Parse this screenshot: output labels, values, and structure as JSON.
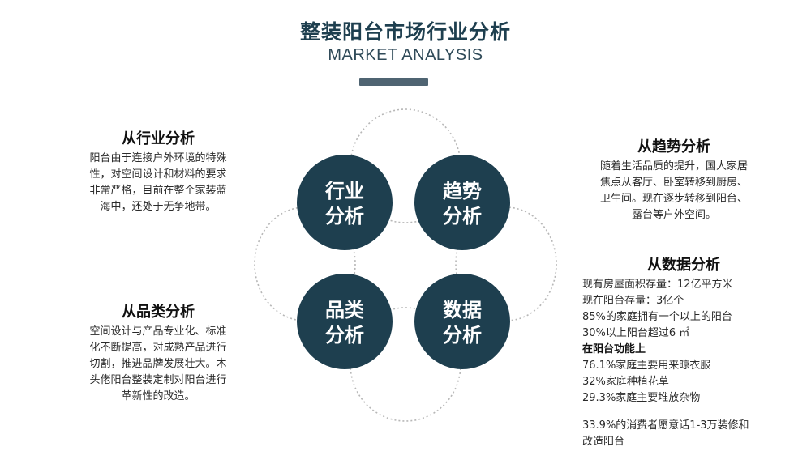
{
  "header": {
    "title_cn": "整装阳台市场行业分析",
    "title_en": "MARKET ANALYSIS"
  },
  "colors": {
    "circle_fill": "#1e3f4f",
    "dotted_ring": "#b7b7b7",
    "divider": "#b9bfc3",
    "divider_tab": "#4f6472"
  },
  "circles": [
    {
      "line1": "行业",
      "line2": "分析"
    },
    {
      "line1": "趋势",
      "line2": "分析"
    },
    {
      "line1": "品类",
      "line2": "分析"
    },
    {
      "line1": "数据",
      "line2": "分析"
    }
  ],
  "industry": {
    "heading": "从行业分析",
    "lines": [
      "阳台由于连接户外环境的特殊",
      "性，对空间设计和材料的要求",
      "非常严格，目前在整个家装蓝",
      "海中，还处于无争地带。"
    ]
  },
  "category": {
    "heading": "从品类分析",
    "lines": [
      "空间设计与产品专业化、标准",
      "化不断提高，对成熟产品进行",
      "切割，推进品牌发展壮大。木",
      "头佬阳台整装定制对阳台进行",
      "革新性的改造。"
    ]
  },
  "trend": {
    "heading": "从趋势分析",
    "lines": [
      "随着生活品质的提升，国人家居",
      "焦点从客厅、卧室转移到厨房、",
      "卫生间。现在逐步转移到阳台、",
      "露台等户外空间。"
    ]
  },
  "data_section": {
    "heading": "从数据分析",
    "lines_a": [
      "现有房屋面积存量：12亿平方米",
      "现在阳台存量：3亿个",
      "85%的家庭拥有一个以上的阳台",
      "30%以上阳台超过6 ㎡"
    ],
    "sub_heading": "在阳台功能上",
    "lines_b": [
      "76.1%家庭主要用来晾衣服",
      "32%家庭种植花草",
      "29.3%家庭主要堆放杂物"
    ],
    "lines_c": [
      "33.9%的消费者愿意话1-3万装修和",
      "改造阳台"
    ]
  }
}
